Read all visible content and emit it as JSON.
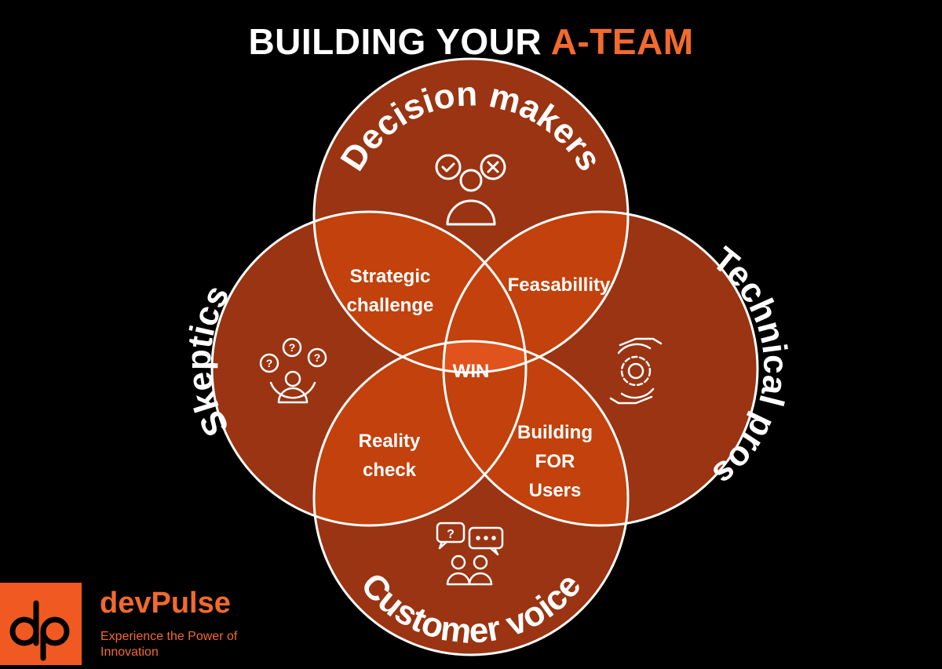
{
  "title": {
    "main": "BUILDING YOUR",
    "accent": "A-TEAM"
  },
  "circles": {
    "top": "Decision makers",
    "left": "Skeptics",
    "right": "Technical pros",
    "bottom": "Customer voice"
  },
  "overlaps": {
    "top_left_1": "Strategic",
    "top_left_2": "challenge",
    "top_right": "Feasabillity",
    "bottom_left_1": "Reality",
    "bottom_left_2": "check",
    "bottom_right_1": "Building",
    "bottom_right_2": "FOR",
    "bottom_right_3": "Users",
    "center": "WIN"
  },
  "brand": {
    "logo_text": "dp",
    "name": "devPulse",
    "tagline": "Experience the Power of Innovation"
  },
  "colors": {
    "circle": "#9a3412",
    "overlap": "#c2410c",
    "center": "#e0531c",
    "accent": "#f26a2e",
    "stroke": "#ffffff"
  }
}
